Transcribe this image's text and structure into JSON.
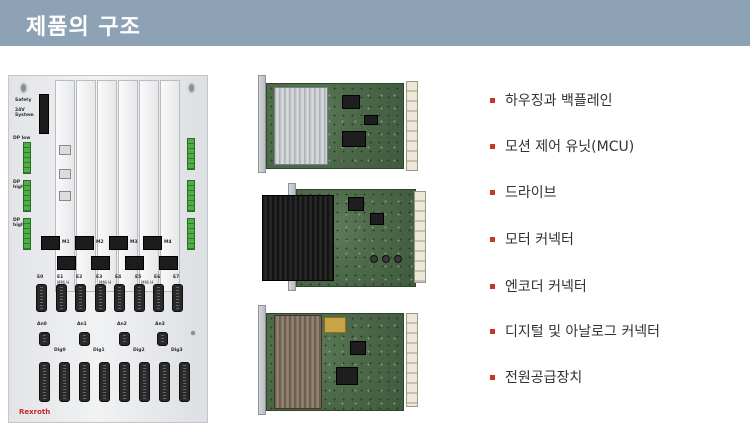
{
  "header": {
    "title": "제품의 구조",
    "colors": {
      "bar": "#8ea2b6",
      "text": "#ffffff"
    }
  },
  "backplane_image": {
    "brand": "Rexroth",
    "panel_labels": [
      "Safety",
      "24V System",
      "DP low",
      "DP high",
      "DP high"
    ],
    "module_labels": [
      "MMi H",
      "MMi H",
      "MMi H"
    ],
    "motor_labels": [
      "M1",
      "M2",
      "M3",
      "M4"
    ],
    "channel_labels": [
      "E0",
      "E1",
      "E2",
      "E3",
      "E4",
      "E5",
      "E6",
      "E7"
    ],
    "analog_labels": [
      "An0",
      "An1",
      "An2",
      "An3"
    ],
    "dig_labels": [
      "Dig0",
      "Dig1",
      "Dig2",
      "Dig3"
    ]
  },
  "features": {
    "bullet_color": "#c0392b",
    "items": [
      {
        "label": "하우징과 백플레인"
      },
      {
        "label": "모션 제어 유닛(MCU)"
      },
      {
        "label": "드라이브"
      },
      {
        "label": "모터 커넥터"
      },
      {
        "label": "엔코더 커넥터"
      },
      {
        "label": "디지털 및 아날로그 커넥터"
      },
      {
        "label": "전원공급장치"
      }
    ]
  }
}
